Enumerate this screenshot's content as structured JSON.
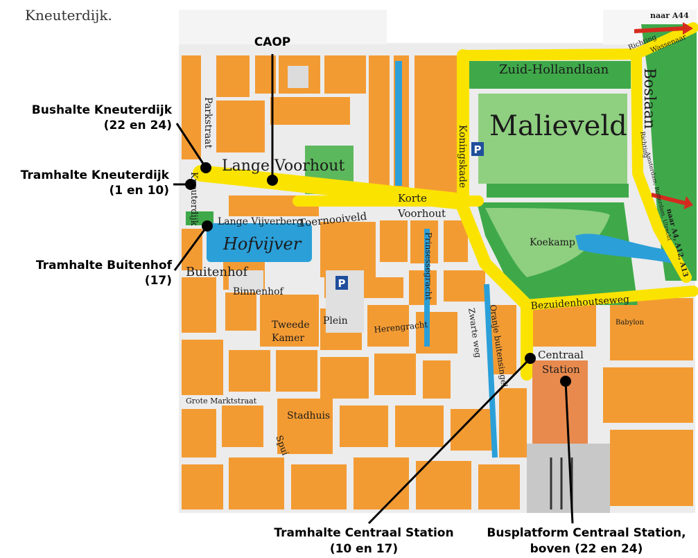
{
  "intro_text": "Kneuterdijk.",
  "callouts": {
    "caop": "CAOP",
    "bushalte_kneuterdijk_1": "Bushalte Kneuterdijk",
    "bushalte_kneuterdijk_2": "(22 en 24)",
    "tramhalte_kneuterdijk_1": "Tramhalte Kneuterdijk",
    "tramhalte_kneuterdijk_2": "(1 en 10)",
    "tramhalte_buitenhof_1": "Tramhalte Buitenhof",
    "tramhalte_buitenhof_2": "(17)",
    "tramhalte_cs_1": "Tramhalte Centraal Station",
    "tramhalte_cs_2": "(10 en 17)",
    "busplatform_cs_1": "Busplatform Centraal Station,",
    "busplatform_cs_2": "boven (22 en 24)"
  },
  "map_labels": {
    "zuid_hollandlaan": "Zuid-Hollandlaan",
    "boslaan": "Boslaan",
    "malieveld": "Malieveld",
    "parkstraat": "Parkstraat",
    "lange_voorhout": "Lange Voorhout",
    "kneuterdijk": "Kneuterdijk",
    "lange_vijverberg": "Lange Vijverberg",
    "toernooiveld": "Toernooiveld",
    "korte": "Korte",
    "voorhout": "Voorhout",
    "koningskade": "Koningskade",
    "hofvijver": "Hofvijver",
    "buitenhof": "Buitenhof",
    "binnenhof": "Binnenhof",
    "tweede": "Tweede",
    "kamer": "Kamer",
    "plein": "Plein",
    "koekamp": "Koekamp",
    "prinsessegracht": "Prinsessegracht",
    "herengracht": "Herengracht",
    "oranje_buitensingel": "Oranje buitensingel",
    "zwarte_weg": "Zwarte weg",
    "bezuidenhoutseweg": "Bezuidenhoutseweg",
    "babylon": "Babylon",
    "centraal": "Centraal",
    "station": "Station",
    "grote_marktstraat": "Grote Marktstraat",
    "stadhuis": "Stadhuis",
    "spui": "Spui",
    "naar_a44": "naar A44",
    "richting": "Richting",
    "wassenaar": "Wassenaar",
    "richting_2": "Richting",
    "amsterdam_rotterdam_utrecht": "Amsterdam, Rotterdam, Utrecht",
    "naar_a4": "naar A4, A12, A13",
    "parking_p": "P"
  },
  "colors": {
    "block": "#f39b33",
    "street": "#ececec",
    "main_road": "#fbe300",
    "park": "#3fa94a",
    "park_light": "#8fcf80",
    "water": "#2b9fd8",
    "station": "#e88a4e",
    "parking": "#1f4e9c",
    "arrow": "#d52b1e"
  }
}
